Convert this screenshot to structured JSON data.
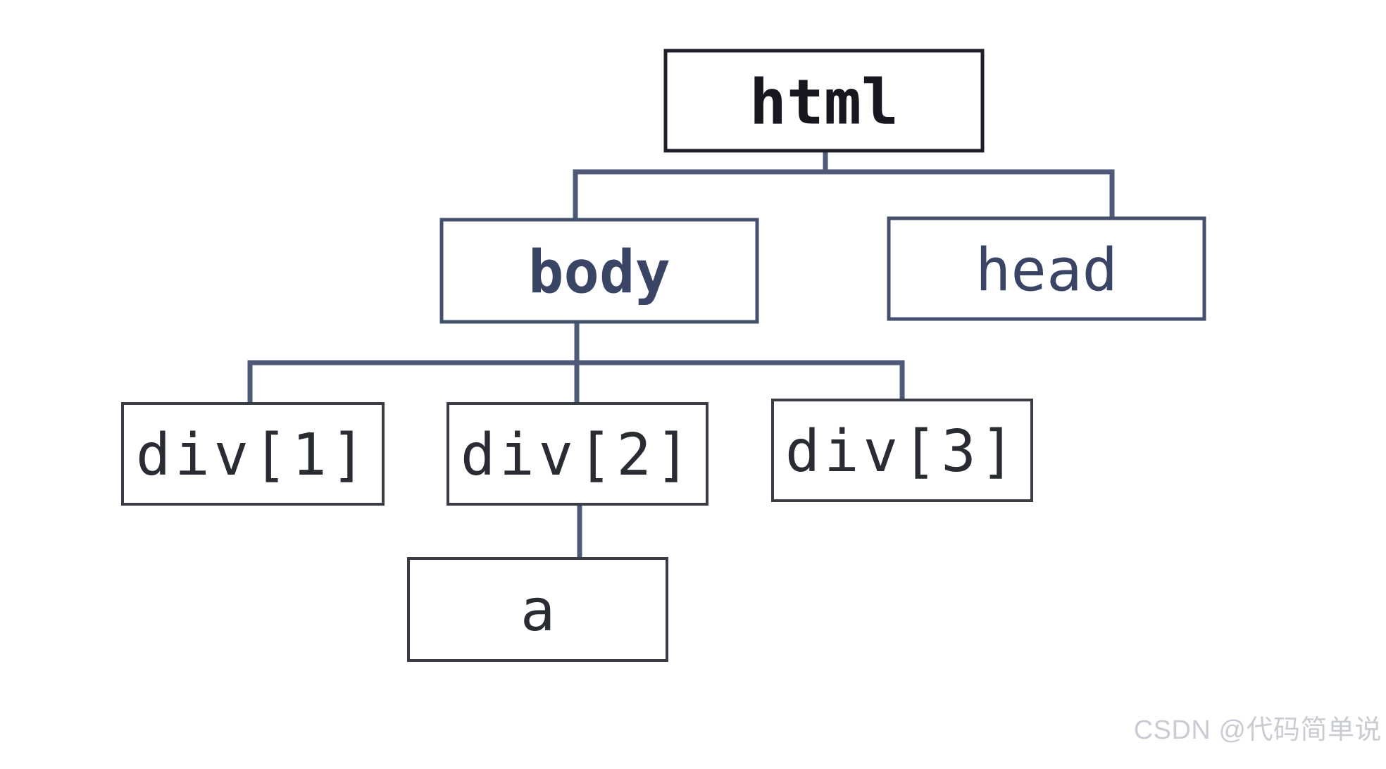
{
  "tree": {
    "root": "html",
    "nodes": [
      {
        "id": "html",
        "label": "html",
        "parent": null
      },
      {
        "id": "body",
        "label": "body",
        "parent": "html"
      },
      {
        "id": "head",
        "label": "head",
        "parent": "html"
      },
      {
        "id": "div1",
        "label": "div[1]",
        "parent": "body"
      },
      {
        "id": "div2",
        "label": "div[2]",
        "parent": "body"
      },
      {
        "id": "div3",
        "label": "div[3]",
        "parent": "body"
      },
      {
        "id": "a",
        "label": "a",
        "parent": "div2"
      }
    ]
  },
  "colors": {
    "root_border": "#1e1f29",
    "root_text": "#16171f",
    "level1_border": "#44506e",
    "level1_text": "#3a4566",
    "leaf_border": "#3a3d45",
    "leaf_text": "#2a2c33",
    "connector": "#4f5a78"
  },
  "watermark": "CSDN @代码简单说"
}
